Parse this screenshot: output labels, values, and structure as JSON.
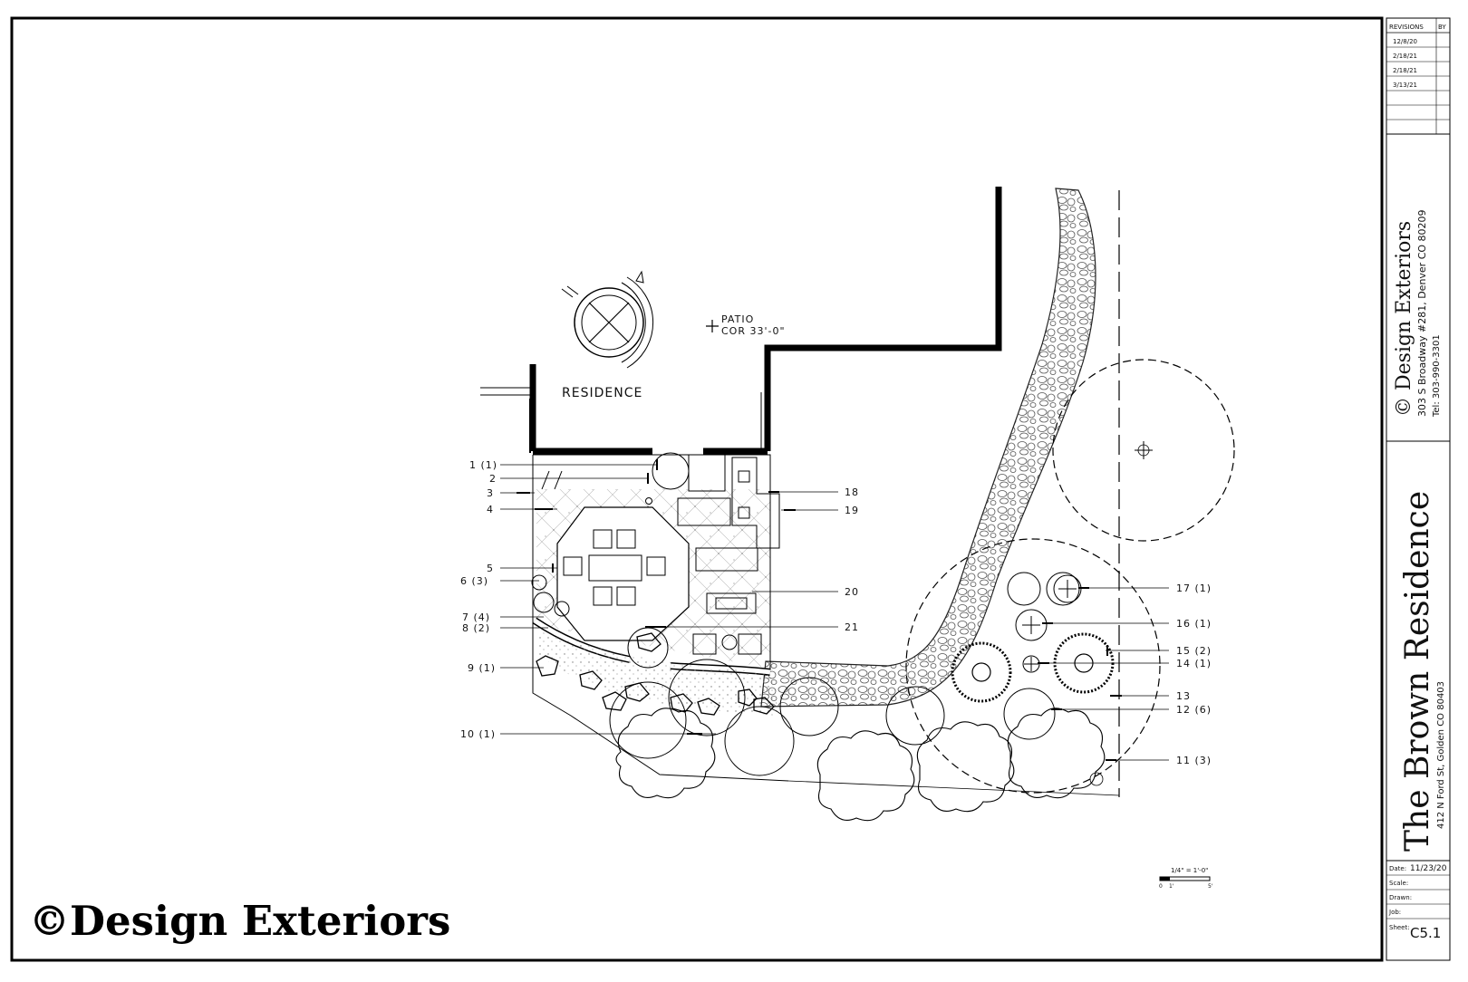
{
  "watermark": "©Design Exteriors",
  "plan": {
    "residence_label": "RESIDENCE",
    "patio_label_1": "PATIO",
    "patio_label_2": "COR 33'-0\"",
    "scale_text": "1/4\" = 1'-0\"",
    "scale_ticks": [
      "0",
      "1'",
      "5'"
    ],
    "callouts_left": [
      "1 (1)",
      "2",
      "3",
      "4",
      "5",
      "6 (3)",
      "7 (4)",
      "8 (2)",
      "9 (1)",
      "10 (1)"
    ],
    "callouts_right": [
      "18",
      "19",
      "20",
      "21",
      "17 (1)",
      "16 (1)",
      "15 (2)",
      "14 (1)",
      "13",
      "12 (6)",
      "11 (3)"
    ]
  },
  "title_block": {
    "revisions_header": "REVISIONS",
    "by_header": "BY",
    "revisions": [
      "12/8/20",
      "2/18/21",
      "2/18/21",
      "3/13/21"
    ],
    "company": "© Design Exteriors",
    "address": "303 S Broadway #281, Denver CO 80209",
    "phone": "Tel: 303-990-3301",
    "project_title": "The Brown Residence",
    "project_address": "412 N Ford St, Golden CO 80403",
    "date_label": "Date:",
    "date_value": "11/23/20",
    "scale_label": "Scale:",
    "drawn_label": "Drawn:",
    "job_label": "Job:",
    "sheet_label": "Sheet:",
    "sheet_value": "C5.1"
  }
}
